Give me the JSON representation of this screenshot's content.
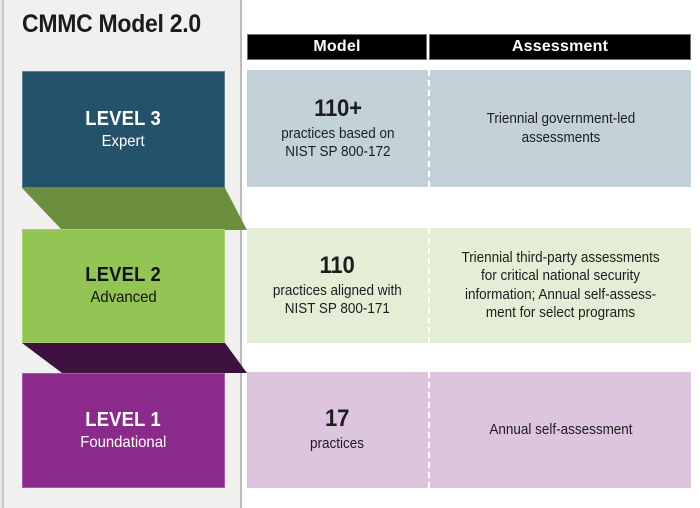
{
  "title": "CMMC Model 2.0",
  "columns": {
    "model_header": "Model",
    "assessment_header": "Assessment"
  },
  "colors": {
    "level3_box": "#24526b",
    "level3_band": "#c3d1d8",
    "level3_connector": "#6c8e3f",
    "level2_box": "#93c555",
    "level2_band": "#e4edd5",
    "level2_connector": "#3d1140",
    "level1_box": "#8b2a8b",
    "level1_band": "#dec5de",
    "header_bar": "#000000",
    "left_panel": "#f0f0ee"
  },
  "rows": [
    {
      "level_title": "LEVEL 3",
      "level_subtitle": "Expert",
      "model_count": "110+",
      "model_detail": "practices based on\nNIST SP 800-172",
      "assessment": "Triennial government-led\nassessments"
    },
    {
      "level_title": "LEVEL 2",
      "level_subtitle": "Advanced",
      "model_count": "110",
      "model_detail": "practices aligned with\nNIST SP 800-171",
      "assessment": "Triennial third-party assessments\nfor critical national security\ninformation; Annual self-assess-\nment for select programs"
    },
    {
      "level_title": "LEVEL 1",
      "level_subtitle": "Foundational",
      "model_count": "17",
      "model_detail": "practices",
      "assessment": "Annual self-assessment"
    }
  ]
}
